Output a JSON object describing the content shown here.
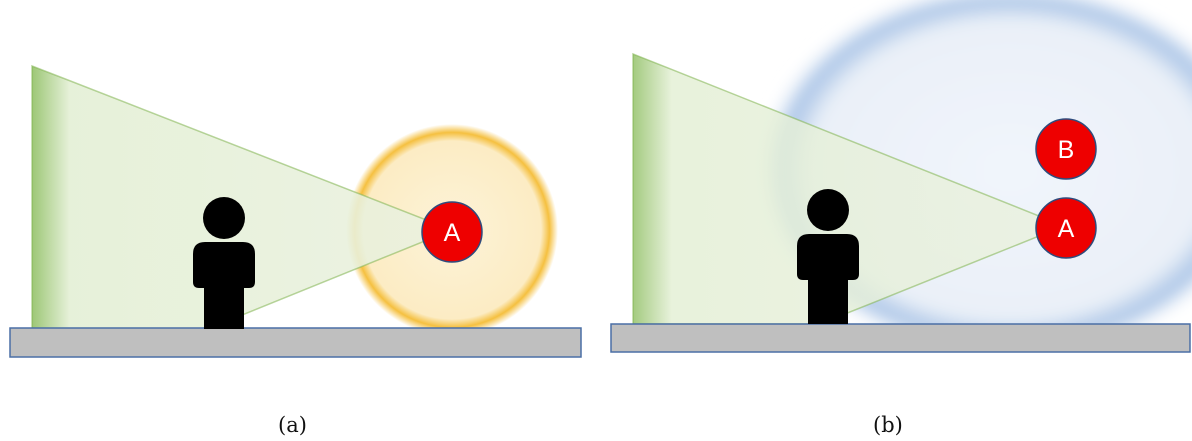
{
  "panels": [
    {
      "caption": "(a)",
      "markers": [
        {
          "label": "A"
        }
      ]
    },
    {
      "caption": "(b)",
      "markers": [
        {
          "label": "B"
        },
        {
          "label": "A"
        }
      ]
    }
  ],
  "colors": {
    "frustum_edge": "#7fb24e",
    "frustum_fill": "#eef3e6",
    "halo_yellow": "#f5c242",
    "halo_fill": "#fdf1d2",
    "blue_cloud": "#6f9fd6",
    "marker_fill": "#ee0000",
    "marker_stroke": "#2f4b7c",
    "ground_fill": "#bfbfbf",
    "ground_edge": "#4a6fa5",
    "person": "#000000"
  }
}
